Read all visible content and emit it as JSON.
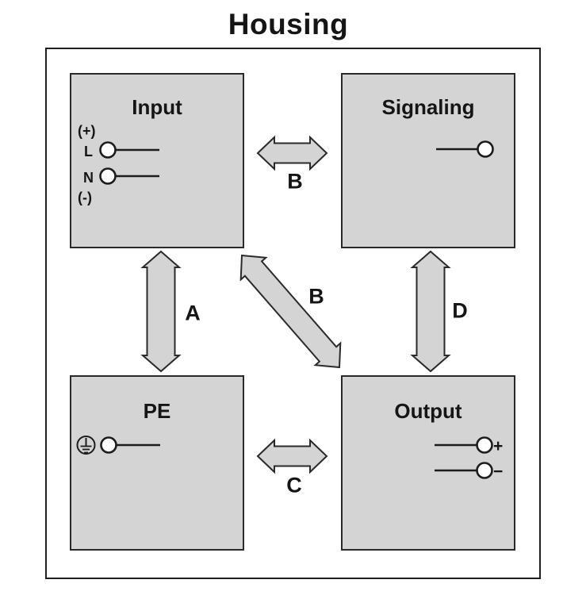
{
  "title": "Housing",
  "colors": {
    "block_fill": "#d4d4d4",
    "outline": "#2a2a2a",
    "terminal_fill": "#ffffff",
    "text": "#151515"
  },
  "blocks": {
    "input": {
      "label": "Input",
      "pins": {
        "plus": "(+)",
        "line": "L",
        "neutral": "N",
        "minus": "(-)"
      }
    },
    "signaling": {
      "label": "Signaling"
    },
    "pe": {
      "label": "PE"
    },
    "output": {
      "label": "Output",
      "pins": {
        "plus": "+",
        "minus": "−"
      }
    }
  },
  "connections": {
    "input_pe": {
      "label": "A"
    },
    "input_signaling": {
      "label": "B"
    },
    "input_output": {
      "label": "B"
    },
    "pe_output": {
      "label": "C"
    },
    "signaling_output": {
      "label": "D"
    }
  }
}
